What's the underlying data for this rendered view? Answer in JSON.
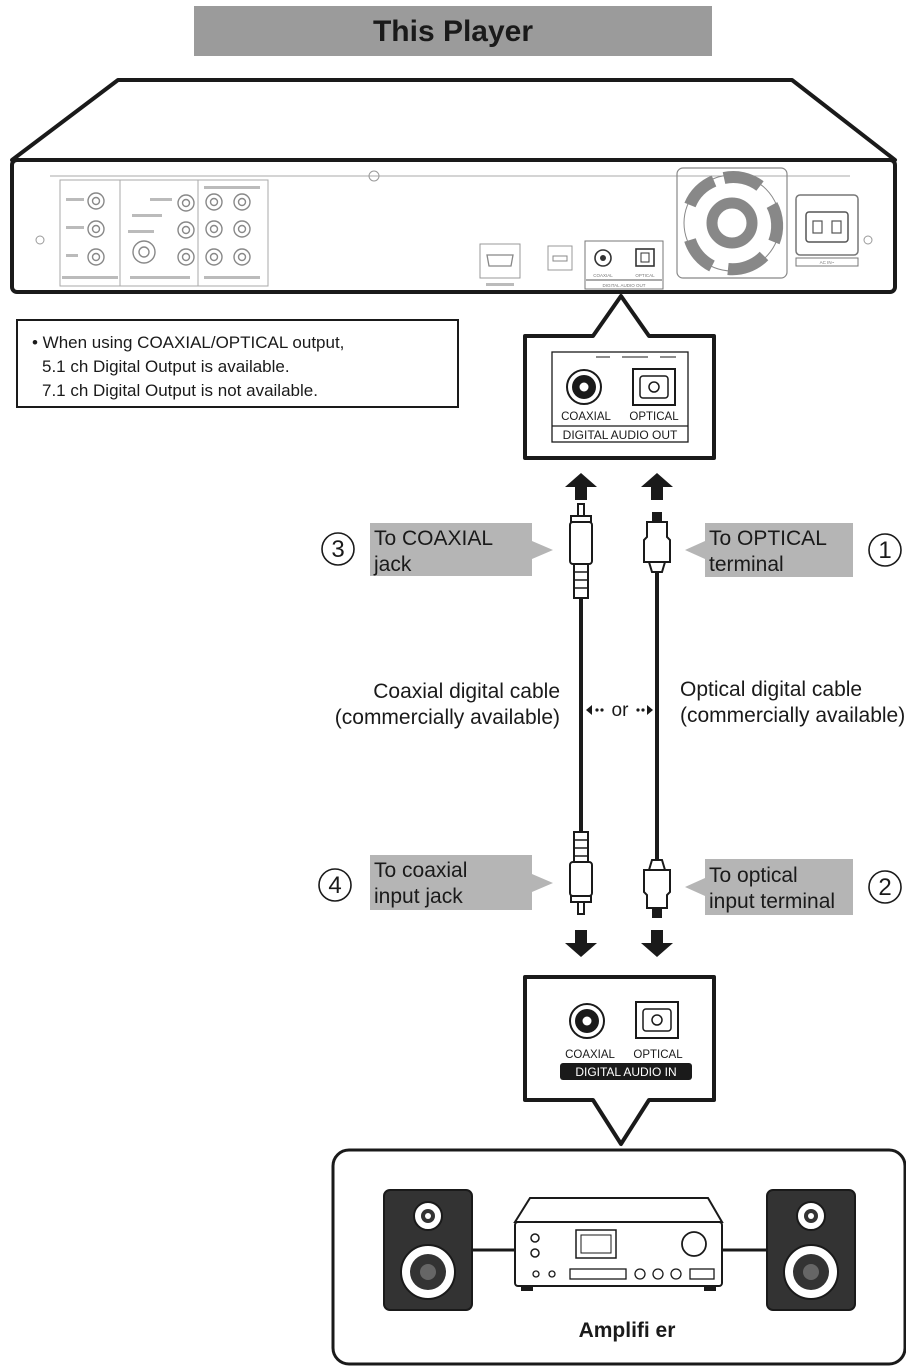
{
  "title": "This Player",
  "note": {
    "lines": [
      "• When using COAXIAL/OPTICAL output,",
      "5.1 ch Digital Output is available.",
      "7.1 ch Digital Output is not available."
    ]
  },
  "player_panel": {
    "coaxial_label": "COAXIAL",
    "optical_label": "OPTICAL",
    "band_label": "DIGITAL AUDIO OUT",
    "ac_label": "AC IN~"
  },
  "steps": {
    "step1": {
      "number": "①",
      "line1": "To OPTICAL",
      "line2": "terminal"
    },
    "step2": {
      "number": "②",
      "line1": "To optical",
      "line2": "input terminal"
    },
    "step3": {
      "number": "③",
      "line1": "To COAXIAL",
      "line2": "jack"
    },
    "step4": {
      "number": "④",
      "line1": "To coaxial",
      "line2": "input jack"
    }
  },
  "cables": {
    "coaxial_line1": "Coaxial digital cable",
    "coaxial_line2": "(commercially available)",
    "optical_line1": "Optical digital cable",
    "optical_line2": "(commercially available)",
    "or_text": "or"
  },
  "amp_panel": {
    "coaxial_label": "COAXIAL",
    "optical_label": "OPTICAL",
    "band_label": "DIGITAL AUDIO IN"
  },
  "amplifier_label": "Amplifi er",
  "colors": {
    "title_bg": "#9b9b9b",
    "label_bg": "#b5b5b5",
    "stroke": "#1a1a1a"
  }
}
